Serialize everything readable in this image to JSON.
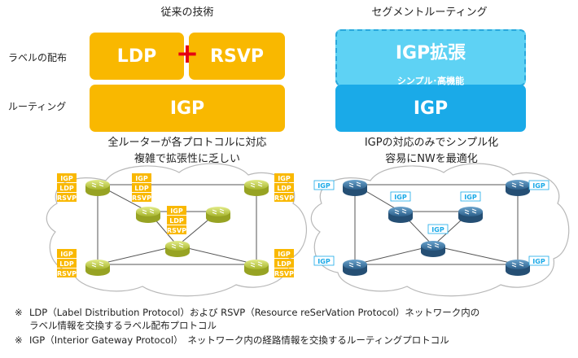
{
  "columns": {
    "left_title": "従来の技術",
    "right_title": "セグメントルーティング"
  },
  "row_labels": {
    "label_distribution": "ラベルの配布",
    "routing": "ルーティング"
  },
  "left": {
    "ldp": "LDP",
    "plus": "+",
    "rsvp": "RSVP",
    "igp": "IGP",
    "desc_line1": "全ルーターが各プロトコルに対応",
    "desc_line2": "複雑で拡張性に乏しい"
  },
  "right": {
    "igp_ext": "IGP拡張",
    "simple": "シンプル･高機能",
    "igp": "IGP",
    "desc_line1": "IGPの対応のみでシンプル化",
    "desc_line2": "容易にNWを最適化"
  },
  "tags": {
    "igp": "IGP",
    "ldp": "LDP",
    "rsvp": "RSVP"
  },
  "colors": {
    "yellow": "#f9b800",
    "light_blue": "#5ed2f4",
    "blue": "#1aaae8",
    "red_plus": "#e60012",
    "router_yellow": "#b9c83a",
    "router_blue": "#3d7aa8"
  },
  "footnotes": {
    "mark": "※",
    "fn1_line1": "LDP（Label Distribution Protocol）および RSVP（Resource reSerVation Protocol）ネットワーク内の",
    "fn1_line2": "ラベル情報を交換するラベル配布プロトコル",
    "fn2": "IGP（Interior Gateway Protocol）　ネットワーク内の経路情報を交換するルーティングプロトコル"
  }
}
